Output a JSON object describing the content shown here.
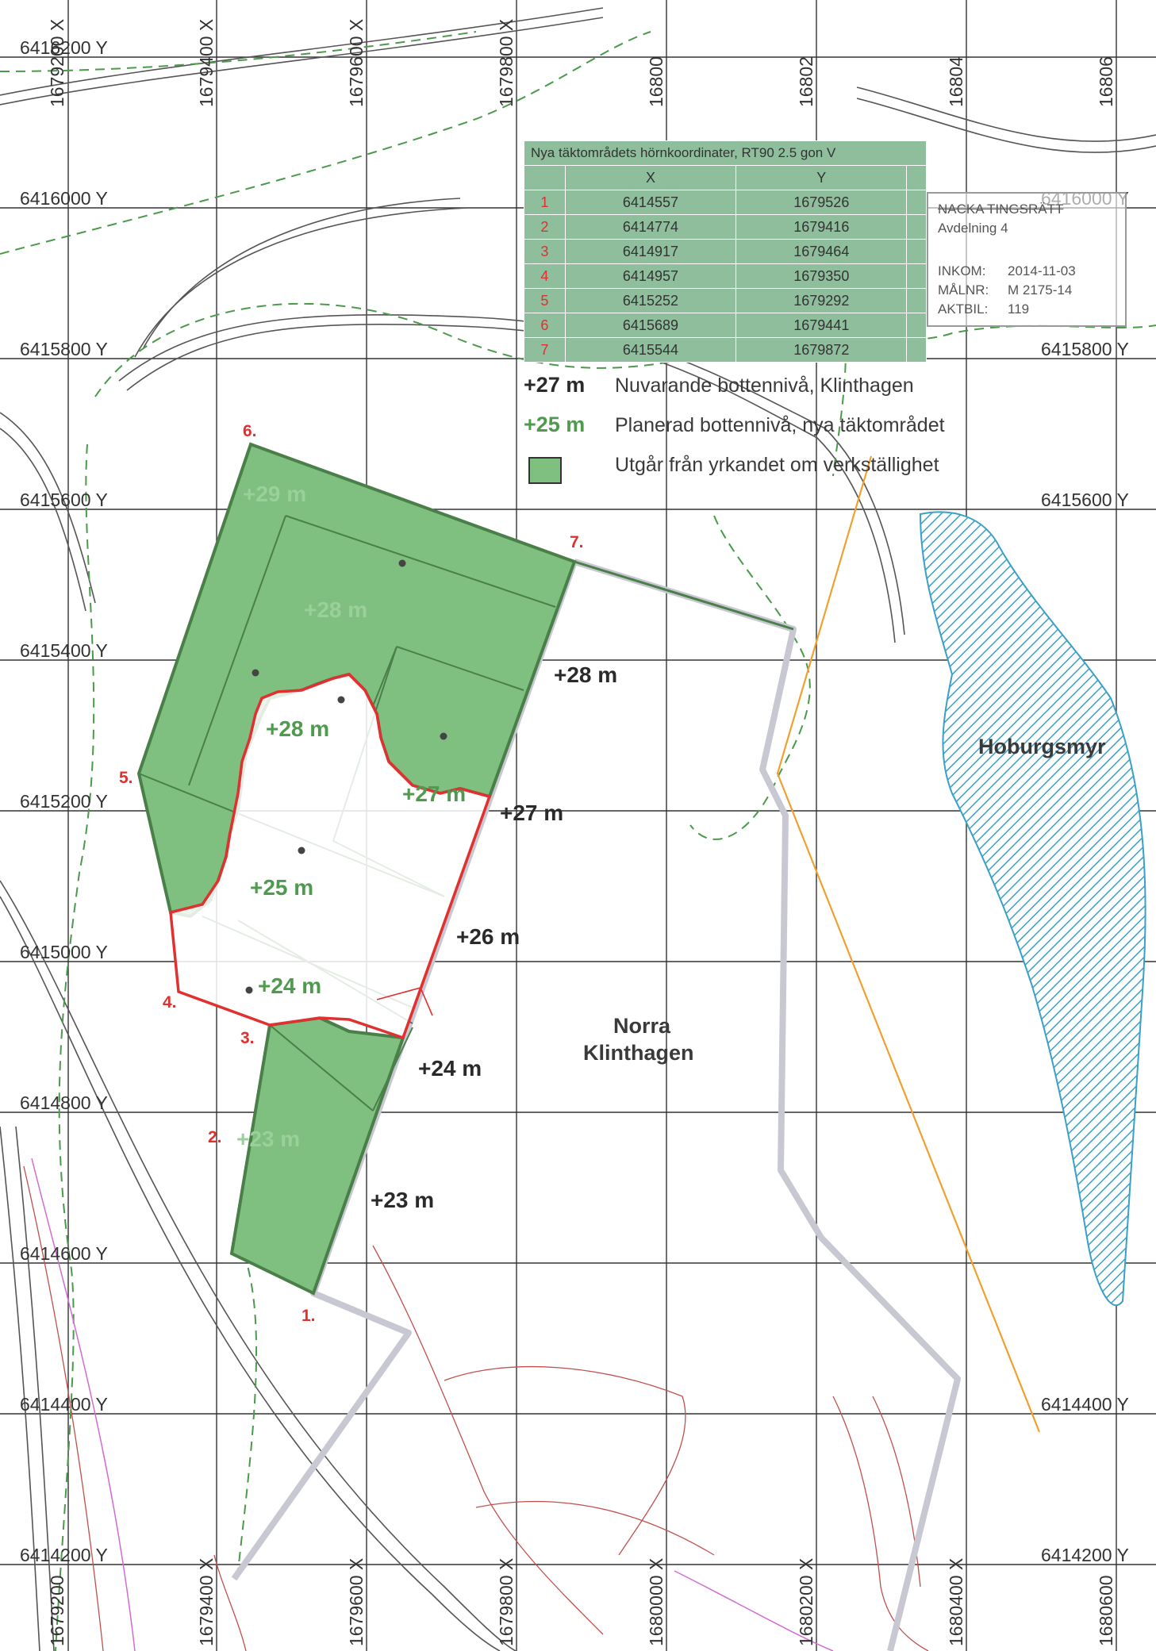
{
  "table": {
    "caption": "Nya täktområdets hörnkoordinater, RT90 2.5 gon V",
    "col_x": "X",
    "col_y": "Y",
    "rows": [
      {
        "n": "1",
        "x": "6414557",
        "y": "1679526"
      },
      {
        "n": "2",
        "x": "6414774",
        "y": "1679416"
      },
      {
        "n": "3",
        "x": "6414917",
        "y": "1679464"
      },
      {
        "n": "4",
        "x": "6414957",
        "y": "1679350"
      },
      {
        "n": "5",
        "x": "6415252",
        "y": "1679292"
      },
      {
        "n": "6",
        "x": "6415689",
        "y": "1679441"
      },
      {
        "n": "7",
        "x": "6415544",
        "y": "1679872"
      }
    ]
  },
  "legend": {
    "current_key": "+27 m",
    "current_text": "Nuvarande bottennivå, Klinthagen",
    "planned_key": "+25 m",
    "planned_text": "Planerad bottennivå, nya täktområdet",
    "excluded_text": "Utgår från yrkandet om verkställighet"
  },
  "stamp": {
    "court": "NACKA TINGSRÄTT",
    "division": "Avdelning 4",
    "inkom_label": "INKOM:",
    "inkom_value": "2014-11-03",
    "malnr_label": "MÅLNR:",
    "malnr_value": "M 2175-14",
    "aktbil_label": "AKTBIL:",
    "aktbil_value": "119"
  },
  "grid": {
    "y_labels_left": [
      "6416200 Y",
      "6416000 Y",
      "6415800 Y",
      "6415600 Y",
      "6415400 Y",
      "6415200 Y",
      "6415000 Y",
      "6414800 Y",
      "6414600 Y",
      "6414400 Y",
      "6414200 Y"
    ],
    "y_labels_right": [
      "6416000 Y",
      "6415800 Y",
      "6415600 Y",
      "6414400 Y",
      "6414200 Y"
    ],
    "x_labels_top": [
      "1679200 X",
      "1679400 X",
      "1679600 X",
      "1679800 X",
      "16800",
      "16802",
      "16804",
      "16806"
    ],
    "x_labels_bottom": [
      "1679200",
      "1679400 X",
      "1679600 X",
      "1679800 X",
      "1680000 X",
      "1680200 X",
      "1680400 X",
      "1680600"
    ]
  },
  "levels": {
    "a": "+29 m",
    "b": "+28 m",
    "c": "+28 m",
    "d": "+27 m",
    "e": "+25 m",
    "f": "+24 m",
    "g": "+23 m",
    "h": "+28 m",
    "i": "+27 m",
    "j": "+26 m",
    "k": "+24 m",
    "l": "+23 m"
  },
  "points": {
    "p1": "1.",
    "p2": "2.",
    "p3": "3.",
    "p4": "4.",
    "p5": "5.",
    "p6": "6.",
    "p7": "7."
  },
  "places": {
    "norra": "Norra",
    "klinthagen": "Klinthagen",
    "hoburgsmyr": "Hoburgsmyr"
  },
  "colors": {
    "green_fill": "#7fbf7f",
    "green_edge": "#4a7f4a",
    "red_edge": "#e0302f",
    "grey_edge": "#c8c8d2",
    "hatch": "#3aa0c8",
    "orange": "#f0a030"
  }
}
